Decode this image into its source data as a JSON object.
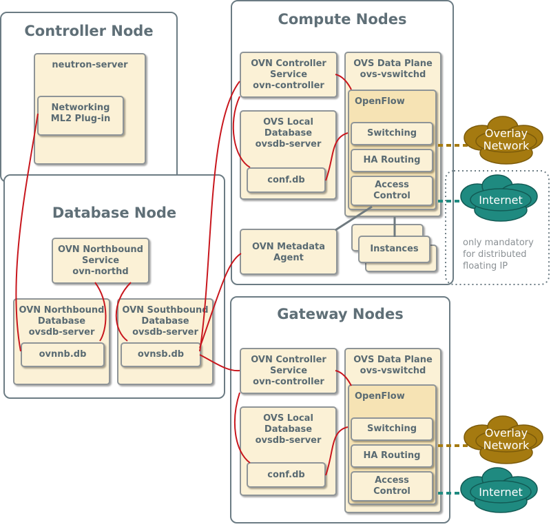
{
  "controller": {
    "title": "Controller Node",
    "neutron_server": "neutron-server",
    "ml2": [
      "Networking",
      "ML2 Plug-in"
    ]
  },
  "database": {
    "title": "Database Node",
    "northd": [
      "OVN Northbound",
      "Service",
      "ovn-northd"
    ],
    "nb_db": [
      "OVN Northbound",
      "Database",
      "ovsdb-server"
    ],
    "nb_file": "ovnnb.db",
    "sb_db": [
      "OVN Southbound",
      "Database",
      "ovsdb-server"
    ],
    "sb_file": "ovnsb.db"
  },
  "compute": {
    "title": "Compute Nodes",
    "controller_service": [
      "OVN Controller",
      "Service",
      "ovn-controller"
    ],
    "local_db": [
      "OVS Local",
      "Database",
      "ovsdb-server"
    ],
    "conf_db": "conf.db",
    "metadata_agent": [
      "OVN Metadata",
      "Agent"
    ],
    "data_plane": [
      "OVS Data Plane",
      "ovs-vswitchd"
    ],
    "openflow": "OpenFlow",
    "switching": "Switching",
    "ha_routing": "HA Routing",
    "access_control": [
      "Access",
      "Control"
    ],
    "instances": "Instances"
  },
  "gateway": {
    "title": "Gateway Nodes",
    "controller_service": [
      "OVN Controller",
      "Service",
      "ovn-controller"
    ],
    "local_db": [
      "OVS Local",
      "Database",
      "ovsdb-server"
    ],
    "conf_db": "conf.db",
    "data_plane": [
      "OVS Data Plane",
      "ovs-vswitchd"
    ],
    "openflow": "OpenFlow",
    "switching": "Switching",
    "ha_routing": "HA Routing",
    "access_control": [
      "Access",
      "Control"
    ]
  },
  "clouds": {
    "overlay": [
      "Overlay",
      "Network"
    ],
    "internet": "Internet"
  },
  "note": [
    "only mandatory",
    "for distributed",
    "floating IP"
  ],
  "colors": {
    "node_border": "#6b7b83",
    "box_fill": "#fbf1d6",
    "openflow_fill": "#f6e3b4",
    "link_red": "#c8161d",
    "overlay_cloud": "#a57a10",
    "internet_cloud": "#1f8a80"
  }
}
